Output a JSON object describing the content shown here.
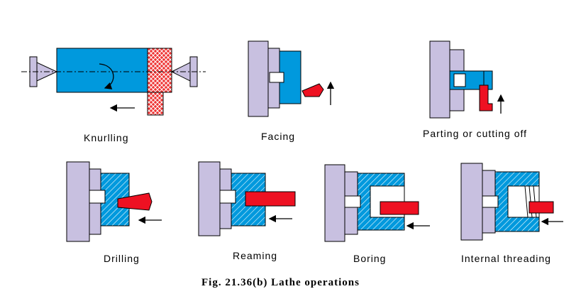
{
  "labels": {
    "knurling": "Knurlling",
    "facing": "Facing",
    "parting": "Parting or cutting off",
    "drilling": "Drilling",
    "reaming": "Reaming",
    "boring": "Boring",
    "threading": "Internal threading"
  },
  "caption": "Fig. 21.36(b)  Lathe operations",
  "colors": {
    "chuck": "#c8c0e0",
    "workpiece": "#0099dd",
    "tool": "#ee1122",
    "knurl": "#ee3333",
    "outline": "#000000"
  }
}
